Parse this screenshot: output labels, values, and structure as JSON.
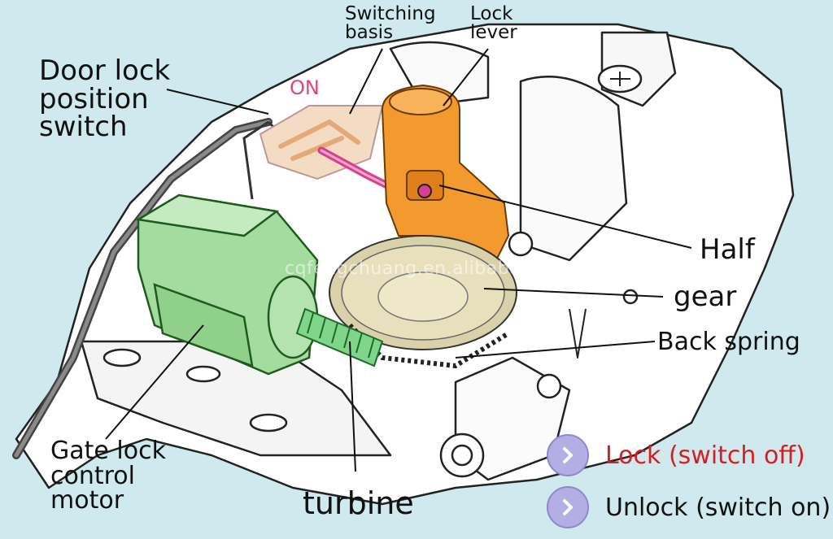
{
  "labels": {
    "switching_basis": "Switching\nbasis",
    "lock_lever": "Lock\nlever",
    "door_lock_position_switch": "Door lock\nposition\nswitch",
    "on": "ON",
    "half": "Half",
    "gear": "gear",
    "back_spring": "Back spring",
    "gate_lock_control_motor": "Gate lock\ncontrol\nmotor",
    "turbine": "turbine"
  },
  "legend": [
    {
      "text": "Lock (switch off)",
      "color": "#d81e1e",
      "icon": "chevron-right-icon"
    },
    {
      "text": "Unlock (switch on)",
      "color": "#111111",
      "icon": "chevron-right-icon"
    }
  ],
  "watermark": "cqfengchuang.en.alibaba.com",
  "colors": {
    "background": "#cfe9ee",
    "housing": "#ffffff",
    "motor": "#a4dca0",
    "lever": "#f39a2e",
    "gear": "#e8e0bd",
    "worm": "#7fd58a",
    "switch_board": "#f4dcc4",
    "switch_arm": "#d6408f",
    "on_text": "#e0457f"
  }
}
